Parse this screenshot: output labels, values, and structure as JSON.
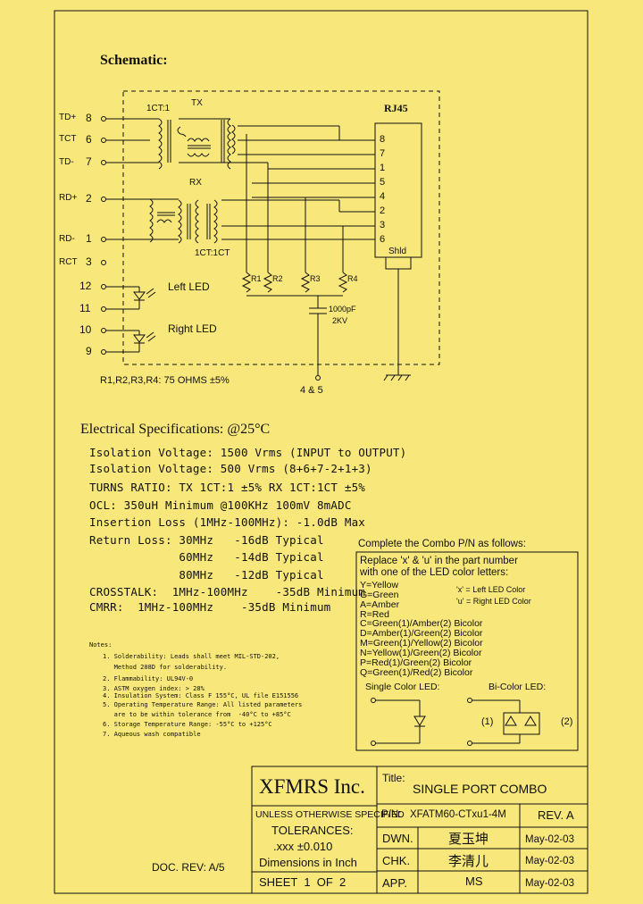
{
  "schematic": {
    "title": "Schematic:",
    "pins": [
      {
        "label": "TD+",
        "num": "8"
      },
      {
        "label": "TCT",
        "num": "6"
      },
      {
        "label": "TD-",
        "num": "7"
      },
      {
        "label": "RD+",
        "num": "2"
      },
      {
        "label": "RD-",
        "num": "1"
      },
      {
        "label": "RCT",
        "num": "3"
      }
    ],
    "led_pins": [
      "12",
      "11",
      "10",
      "9"
    ],
    "tx_label": "TX",
    "rx_label": "RX",
    "tx_ratio": "1CT:1",
    "rx_ratio": "1CT:1CT",
    "rj45_label": "RJ45",
    "rj45_pins": [
      "8",
      "7",
      "1",
      "5",
      "4",
      "2",
      "3",
      "6"
    ],
    "shield": "Shld",
    "resistors": [
      "R1",
      "R2",
      "R3",
      "R4"
    ],
    "cap_value": "1000pF",
    "cap_voltage": "2KV",
    "left_led": "Left LED",
    "right_led": "Right LED",
    "ground_pins": "4 & 5",
    "resistor_note": "R1,R2,R3,R4: 75 OHMS ±5%"
  },
  "electrical": {
    "heading": "Electrical   Specifications: @25°C",
    "lines": [
      "Isolation Voltage:  1500 Vrms (INPUT to OUTPUT)",
      "Isolation Voltage:  500 Vrms (8+6+7-2+1+3)",
      "TURNS RATIO: TX 1CT:1 ±5% RX 1CT:1CT ±5%",
      "OCL: 350uH Minimum @100KHz 100mV 8mADC",
      "Insertion Loss (1MHz-100MHz): -1.0dB Max",
      "Return Loss: 30MHz   -16dB Typical",
      "             60MHz   -14dB Typical",
      "             80MHz   -12dB Typical",
      "CROSSTALK:  1MHz-100MHz    -35dB Minimum",
      "CMRR:  1MHz-100MHz    -35dB Minimum"
    ]
  },
  "notes": {
    "title": "Notes:",
    "items": [
      "1. Solderability: Leads shall meet MIL-STD-202,",
      "   Method 208D for solderability.",
      "2. Flammability: UL94V-0",
      "3. ASTM oxygen index: > 28%",
      "4. Insulation System: Class F 155°C, UL file E151556",
      "5. Operating Temperature Range: All listed parameters",
      "   are to be within tolerance from  -40°C to +85°C",
      "6. Storage Temperature Range: -55°C to +125°C",
      "7. Aqueous wash compatible"
    ]
  },
  "combo": {
    "heading": "Complete the Combo P/N as follows:",
    "intro1": "Replace 'x' & 'u' in the part number",
    "intro2": "with one of the LED color letters:",
    "letters": [
      "Y=Yellow",
      "G=Green",
      "A=Amber",
      "R=Red",
      "C=Green(1)/Amber(2) Bicolor",
      "D=Amber(1)/Green(2) Bicolor",
      "M=Green(1)/Yellow(2) Bicolor",
      "N=Yellow(1)/Green(2) Bicolor",
      "P=Red(1)/Green(2) Bicolor",
      "Q=Green(1)/Red(2) Bicolor"
    ],
    "x_note": "'x' = Left LED Color",
    "u_note": "'u' = Right LED Color",
    "single_led": "Single Color LED:",
    "bi_led": "Bi-Color LED:",
    "bi_1": "(1)",
    "bi_2": "(2)"
  },
  "doc_rev": "DOC. REV: A/5",
  "title_block": {
    "company": "XFMRS Inc.",
    "title_label": "Title:",
    "title_value": "SINGLE PORT COMBO",
    "unless": "UNLESS OTHERWISE SPECIFIED",
    "tolerances": "TOLERANCES:",
    "tol_value": ".xxx ±0.010",
    "dimensions": "Dimensions in Inch",
    "sheet": "SHEET  1  OF  2",
    "pn_label": "P/N:",
    "pn_value": "XFATM60-CTxu1-4M",
    "rev": "REV. A",
    "dwn": "DWN.",
    "chk": "CHK.",
    "app": "APP.",
    "dwn_sig": "夏玉坤",
    "chk_sig": "李清儿",
    "app_sig": "MS",
    "dwn_date": "May-02-03",
    "chk_date": "May-02-03",
    "app_date": "May-02-03"
  },
  "colors": {
    "background": "#F8E77A",
    "ink": "#111111"
  }
}
